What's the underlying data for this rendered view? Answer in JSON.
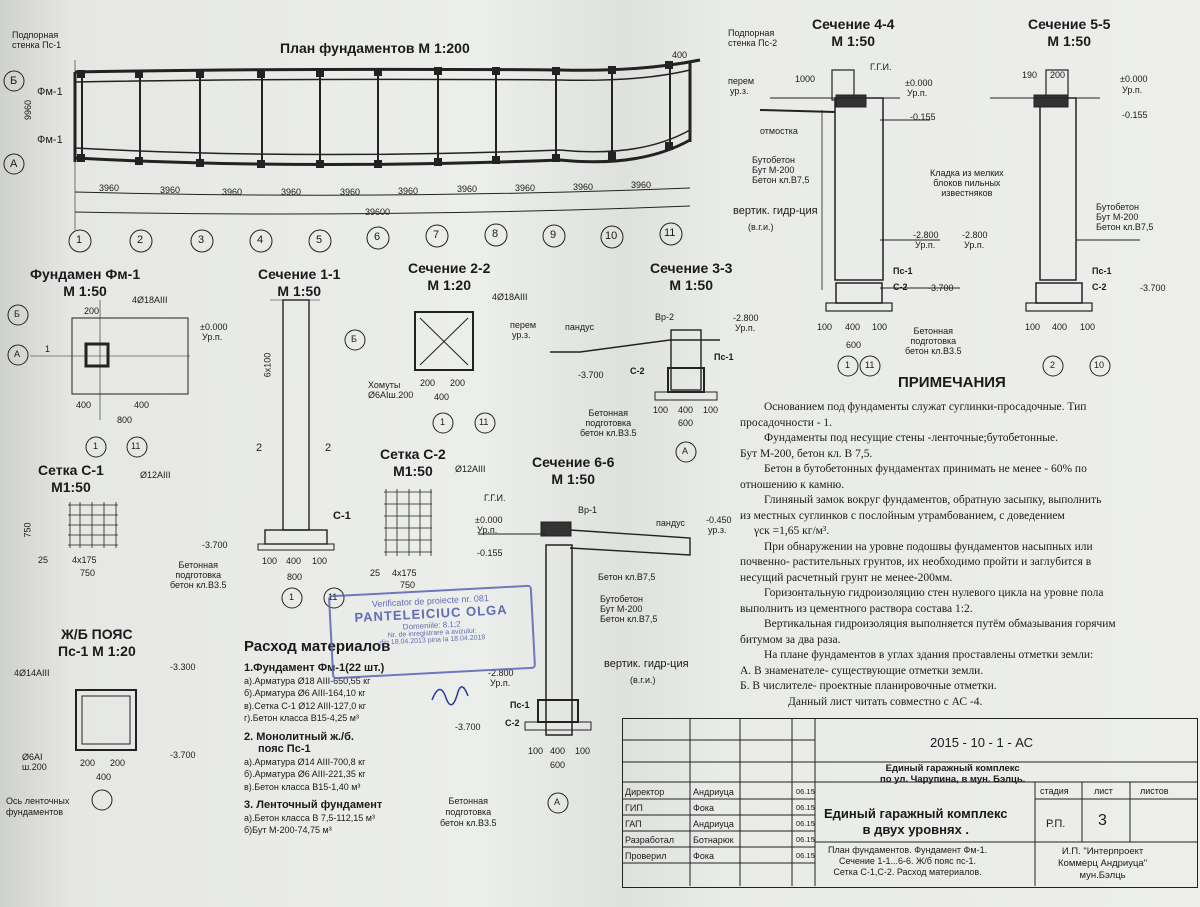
{
  "titles": {
    "plan": "План фундаментов М 1:200",
    "sec44": [
      "Сечение 4-4",
      "М 1:50"
    ],
    "sec55": [
      "Сечение 5-5",
      "М 1:50"
    ],
    "fm1": [
      "Фундамен Фм-1",
      "М 1:50"
    ],
    "sec11": [
      "Сечение 1-1",
      "М 1:50"
    ],
    "sec22": [
      "Сечение 2-2",
      "М 1:20"
    ],
    "sec33": [
      "Сечение 3-3",
      "М 1:50"
    ],
    "c1": [
      "Сетка С-1",
      "М1:50"
    ],
    "c2": [
      "Сетка С-2",
      "М1:50"
    ],
    "sec66": [
      "Сечение 6-6",
      "М 1:50"
    ],
    "belt": [
      "Ж/Б ПОЯС",
      "Пс-1 М 1:20"
    ],
    "notes": "ПРИМЕЧАНИЯ",
    "materials": "Расход материалов"
  },
  "plan": {
    "axes": [
      "1",
      "2",
      "3",
      "4",
      "5",
      "6",
      "7",
      "8",
      "9",
      "10",
      "11"
    ],
    "rows": [
      "Б",
      "А"
    ],
    "spans": [
      "3960",
      "3960",
      "3960",
      "3960",
      "3960",
      "3960",
      "3960",
      "3960",
      "3960",
      "3960"
    ],
    "total": "39600",
    "height": "9960",
    "fm1_label": "Фм-1",
    "wall_left": "Подпорная стенка Пс-1",
    "wall_right": "Подпорная стенка Пс-2",
    "dim_400": "400"
  },
  "sec44": {
    "gg": "Г.Г.И.",
    "zero": "±0.000",
    "up": "Ур.п.",
    "neg155": "-0.155",
    "perem": "перем",
    "urz": "ур.з.",
    "d1000": "1000",
    "otm": "отмостка",
    "buto": [
      "Бутобетон",
      "Бут М-200",
      "Бетон кл.В7,5"
    ],
    "vert": "вертик. гидр-ция",
    "vgi": "(в.г.и.)",
    "neg2800": "-2.800",
    "ps1": "Пс-1",
    "c2": "С-2",
    "neg3700": "-3.700",
    "dims": [
      "100",
      "400",
      "100"
    ],
    "d600": "600",
    "concrete": [
      "Бетонная",
      "подготовка",
      "бетон кл.В3.5"
    ],
    "axes": [
      "1",
      "11"
    ]
  },
  "sec55": {
    "d190": "190",
    "d200": "200",
    "zero": "±0.000",
    "up": "Ур.п.",
    "neg155": "-0.155",
    "masonry": [
      "Кладка из мелких",
      "блоков пильных",
      "известняков"
    ],
    "buto": [
      "Бутобетон",
      "Бут М-200",
      "Бетон кл.В7,5"
    ],
    "neg2800": "-2.800",
    "up2": "Ур.п.",
    "ps1": "Пс-1",
    "c2": "С-2",
    "neg3700": "-3.700",
    "dims": [
      "100",
      "400",
      "100"
    ],
    "axes": [
      "2",
      "10"
    ]
  },
  "fm1": {
    "rebar": "4Ø18AIII",
    "d200": "200",
    "d400": "400",
    "d800": "800",
    "marks": [
      "Б",
      "А",
      "1"
    ],
    "axes": [
      "1",
      "11"
    ]
  },
  "sec11": {
    "zero": "±0.000",
    "up": "Ур.п.",
    "layers": "6x100",
    "c1": "С-1",
    "neg3700": "-3.700",
    "dims": [
      "100",
      "400",
      "100"
    ],
    "d800": "800",
    "mark": "2",
    "concrete": [
      "Бетонная",
      "подготовка",
      "бетон кл.В3.5"
    ],
    "axes": [
      "1",
      "11"
    ]
  },
  "sec22": {
    "rebar": "4Ø18AIII",
    "d200": "200",
    "d400": "400",
    "stirrups": [
      "Хомуты",
      "Ø6AIш.200"
    ],
    "mark": "Б",
    "axes": [
      "1",
      "11"
    ]
  },
  "sec33": {
    "perem": "перем",
    "urz": "ур.з.",
    "pandus": "пандус",
    "vr2": "Вр-2",
    "neg2800": "-2.800",
    "up": "Ур.п.",
    "ps1": "Пс-1",
    "c2": "С-2",
    "neg3700": "-3.700",
    "dims": [
      "100",
      "400",
      "100"
    ],
    "d600": "600",
    "concrete": [
      "Бетонная",
      "подготовка",
      "бетон кл.В3.5"
    ],
    "axis": "А"
  },
  "c1": {
    "rebar": "Ø12AIII",
    "d750": "750",
    "grid": "4x175",
    "d25": "25"
  },
  "c2": {
    "rebar": "Ø12AIII",
    "d750": "750",
    "grid": "4x175",
    "d25": "25"
  },
  "sec66": {
    "gg": "Г.Г.И.",
    "zero": "±0.000",
    "up": "Ур.п.",
    "neg155": "-0.155",
    "vr1": "Вр-1",
    "pandus": "пандус",
    "neg450": "-0.450",
    "up2": "ур.з.",
    "b75": "Бетон кл.В7,5",
    "buto": [
      "Бутобетон",
      "Бут М-200",
      "Бетон кл.В7,5"
    ],
    "vert": "вертик. гидр-ция",
    "vgi": "(в.г.и.)",
    "neg2800": "-2.800",
    "up3": "Ур.п.",
    "ps1": "Пс-1",
    "c2": "С-2",
    "neg3700": "-3.700",
    "dims": [
      "100",
      "400",
      "100"
    ],
    "d600": "600",
    "concrete": [
      "Бетонная",
      "подготовка",
      "бетон кл.В3.5"
    ],
    "axis": "А"
  },
  "belt": {
    "rebar": "4Ø14AIII",
    "stir": [
      "Ø6AI",
      "ш.200"
    ],
    "d200": "200",
    "d400": "400",
    "top": "-3.300",
    "bottom": "-3.700",
    "axis_label": [
      "Ось ленточных",
      "фундаментов"
    ]
  },
  "materials": [
    "1.Фундамент Фм-1(22 шт.)",
    "а).Арматура Ø18 AIII-650,55 кг",
    "б).Арматура Ø6 AIII-164,10 кг",
    "в).Сетка С-1 Ø12 AIII-127,0 кг",
    "г).Бетон класса В15-4,25 м³",
    "2. Монолитный ж./б.",
    "пояс Пс-1",
    "а).Арматура Ø14 AIII-700,8 кг",
    "б).Арматура Ø6 AIII-221,35 кг",
    "в).Бетон класса В15-1,40 м³",
    "3. Ленточный фундамент",
    "а).Бетон класса В 7,5-112,15 м³",
    "б)Бут М-200-74,75 м³"
  ],
  "notes": [
    "Основанием под фундаменты  служат суглинки-просадочные. Тип",
    "просадочности - 1.",
    "Фундаменты под несущие стены -ленточные;бутобетонные.",
    "Бут М-200, бетон кл. В 7,5.",
    "Бетон в бутобетонных фундаментах принимать не менее - 60%  по",
    "отношению к камню.",
    "Глиняный замок вокруг фундаментов, обратную засыпку, выполнить",
    "из местных суглинков с послойным утрамбованием, с доведением",
    "γск =1,65 кг/м³.",
    "При обнаружении на уровне подошвы фундаментов насыпных или",
    "почвенно- растительных грунтов, их  необходимо пройти и заглубится в",
    "несущий расчетный грунт не менее-200мм.",
    "Горизонтальную гидроизоляцию стен нулевого цикла на уровне пола",
    "выполнить из цементного раствора  состава 1:2.",
    "Вертикальная гидроизоляция выполняется путём обмазывания горячим",
    "битумом за два раза.",
    "На плане фундаментов в углах здания проставлены отметки земли:",
    "А.  В знаменателе- существующие отметки земли.",
    "Б.  В числителе- проектные планировочные отметки.",
    "Данный лист читать совместно с АС -4."
  ],
  "stamp": {
    "line1": "Verificator de proiecte nr. 081",
    "line2": "PANTELEICIUC OLGA",
    "line3": "Domeniile: 8.1;2",
    "line4": "Nr. de inregistrare a avizului:",
    "line5": "din 18.04.2013 pina la 18.04.2018"
  },
  "titleblock": {
    "code": "2015 - 10  - 1 - АС",
    "project": [
      "Единый гаражный комплекс",
      "по ул. Чарупина, в мун. Бэлць."
    ],
    "object": [
      "Единый гаражный комплекс",
      "в двух уровнях ."
    ],
    "sheet_hdr": [
      "стадия",
      "лист",
      "листов"
    ],
    "stage": "Р.П.",
    "sheet": "3",
    "roles": [
      "Директор",
      "ГИП",
      "ГАП",
      "Разработал",
      "Проверил"
    ],
    "names": [
      "Андриуца",
      "Фока",
      "Андриуца",
      "Ботнарюк",
      "Фока"
    ],
    "dates": [
      "06.15",
      "06.15",
      "06.15",
      "06.15",
      "06.15"
    ],
    "desc": [
      "План фундаментов. Фундамент Фм-1.",
      "Сечение 1-1...6-6. Ж/б пояс пс-1.",
      "Сетка С-1,С-2. Расход материалов."
    ],
    "company": [
      "И.П. \"Интерпроект",
      "Коммерц Андриуца\"",
      "мун.Бэлць"
    ]
  }
}
